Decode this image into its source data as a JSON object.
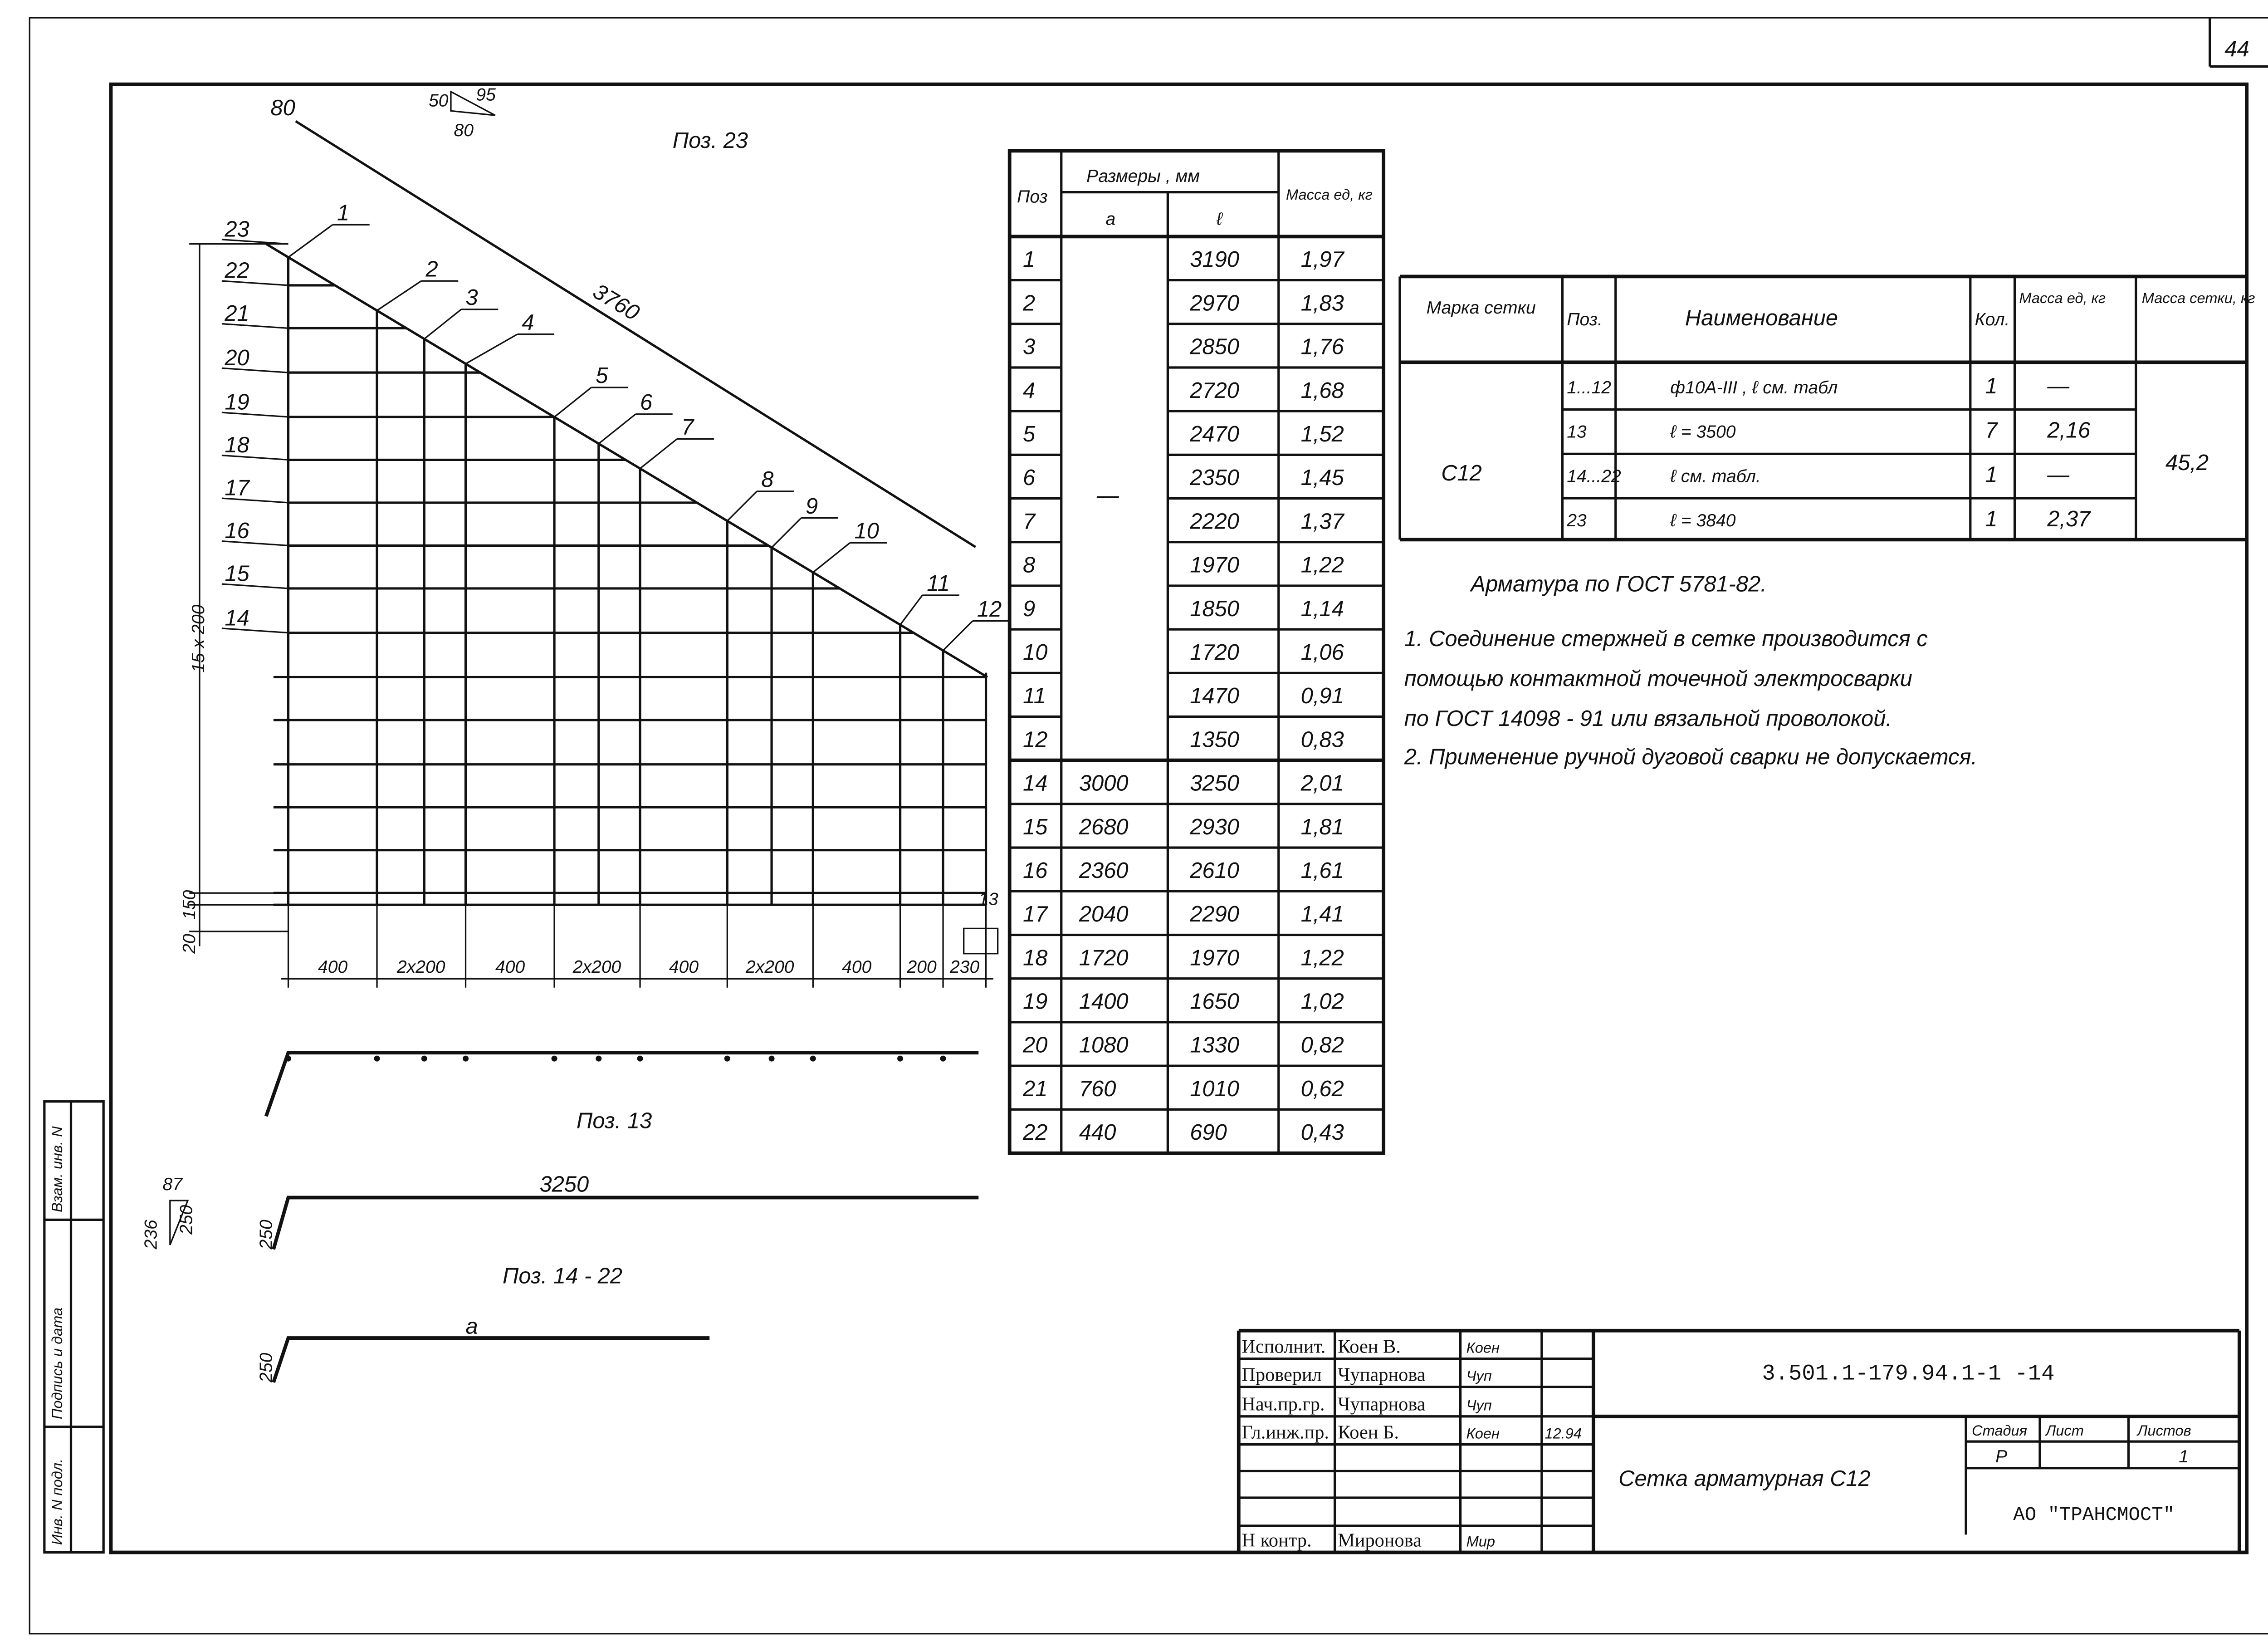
{
  "sheet_number": "44",
  "drawing": {
    "pos23_title": "Поз. 23",
    "pos13_title": "Поз. 13",
    "pos14_22_title": "Поз. 14 - 22",
    "bend_top": {
      "a": "80",
      "b": "50",
      "c": "95",
      "d": "80"
    },
    "diag_length": "3760",
    "bar_labels_top": [
      "1",
      "2",
      "3",
      "4",
      "5",
      "6",
      "7",
      "8",
      "9",
      "10",
      "11",
      "12"
    ],
    "bar_labels_left": [
      "23",
      "22",
      "21",
      "20",
      "19",
      "18",
      "17",
      "16",
      "15",
      "14"
    ],
    "label_13": "13",
    "vertical_dim": "15 x 200",
    "dim_150": "150",
    "dim_20": "20",
    "bottom_dims": [
      "400",
      "2x200",
      "400",
      "2x200",
      "400",
      "2x200",
      "400",
      "200",
      "230"
    ],
    "pos13_length": "3250",
    "pos13_hook": "250",
    "pos13_bend": {
      "a": "87",
      "b": "236",
      "c": "250"
    },
    "pos14_length": "a",
    "pos14_hook": "250"
  },
  "pos_table": {
    "headers": {
      "poz": "Поз",
      "sizes": "Размеры , мм",
      "a": "a",
      "l": "ℓ",
      "mass": "Масса ед, кг"
    },
    "dash": "—",
    "rows": [
      {
        "poz": "1",
        "a": "",
        "l": "3190",
        "m": "1,97"
      },
      {
        "poz": "2",
        "a": "",
        "l": "2970",
        "m": "1,83"
      },
      {
        "poz": "3",
        "a": "",
        "l": "2850",
        "m": "1,76"
      },
      {
        "poz": "4",
        "a": "",
        "l": "2720",
        "m": "1,68"
      },
      {
        "poz": "5",
        "a": "",
        "l": "2470",
        "m": "1,52"
      },
      {
        "poz": "6",
        "a": "",
        "l": "2350",
        "m": "1,45"
      },
      {
        "poz": "7",
        "a": "",
        "l": "2220",
        "m": "1,37"
      },
      {
        "poz": "8",
        "a": "",
        "l": "1970",
        "m": "1,22"
      },
      {
        "poz": "9",
        "a": "",
        "l": "1850",
        "m": "1,14"
      },
      {
        "poz": "10",
        "a": "",
        "l": "1720",
        "m": "1,06"
      },
      {
        "poz": "11",
        "a": "",
        "l": "1470",
        "m": "0,91"
      },
      {
        "poz": "12",
        "a": "",
        "l": "1350",
        "m": "0,83"
      },
      {
        "poz": "14",
        "a": "3000",
        "l": "3250",
        "m": "2,01"
      },
      {
        "poz": "15",
        "a": "2680",
        "l": "2930",
        "m": "1,81"
      },
      {
        "poz": "16",
        "a": "2360",
        "l": "2610",
        "m": "1,61"
      },
      {
        "poz": "17",
        "a": "2040",
        "l": "2290",
        "m": "1,41"
      },
      {
        "poz": "18",
        "a": "1720",
        "l": "1970",
        "m": "1,22"
      },
      {
        "poz": "19",
        "a": "1400",
        "l": "1650",
        "m": "1,02"
      },
      {
        "poz": "20",
        "a": "1080",
        "l": "1330",
        "m": "0,82"
      },
      {
        "poz": "21",
        "a": "760",
        "l": "1010",
        "m": "0,62"
      },
      {
        "poz": "22",
        "a": "440",
        "l": "690",
        "m": "0,43"
      }
    ]
  },
  "spec_table": {
    "headers": [
      "Марка сетки",
      "Поз.",
      "Наименование",
      "Кол.",
      "Масса ед, кг",
      "Масса сетки, кг"
    ],
    "mark": "С12",
    "total_mass": "45,2",
    "rows": [
      {
        "poz": "1...12",
        "name": "ф10А-III ,  ℓ  см. табл",
        "qty": "1",
        "mass": "—"
      },
      {
        "poz": "13",
        "name": "ℓ = 3500",
        "qty": "7",
        "mass": "2,16"
      },
      {
        "poz": "14...22",
        "name": "ℓ см. табл.",
        "qty": "1",
        "mass": "—"
      },
      {
        "poz": "23",
        "name": "ℓ = 3840",
        "qty": "1",
        "mass": "2,37"
      }
    ]
  },
  "notes": [
    "Арматура по ГОСТ 5781-82.",
    "1.  Соединение  стержней в сетке  производится с",
    "помощью  контактной  точечной  электросварки",
    "по ГОСТ 14098 - 91  или вязальной  проволокой.",
    "2.  Применение   ручной дуговой сварки не допускается."
  ],
  "title_block": {
    "signers": [
      {
        "role": "Исполнит.",
        "name": "Коен В.",
        "sign": "Коен",
        "date": ""
      },
      {
        "role": "Проверил",
        "name": "Чупарнова",
        "sign": "Чуп",
        "date": ""
      },
      {
        "role": "Нач.пр.гр.",
        "name": "Чупарнова",
        "sign": "Чуп",
        "date": ""
      },
      {
        "role": "Гл.инж.пр.",
        "name": "Коен Б.",
        "sign": "Коен",
        "date": "12.94"
      },
      {
        "role": "",
        "name": "",
        "sign": "",
        "date": ""
      },
      {
        "role": "",
        "name": "",
        "sign": "",
        "date": ""
      },
      {
        "role": "",
        "name": "",
        "sign": "",
        "date": ""
      },
      {
        "role": "Н контр.",
        "name": "Миронова",
        "sign": "Мир",
        "date": ""
      }
    ],
    "code": "3.501.1-179.94.1-1 -14",
    "title": "Сетка арматурная С12",
    "stage_label": "Стадия",
    "sheet_label": "Лист",
    "sheets_label": "Листов",
    "stage": "Р",
    "sheet": "",
    "sheets": "1",
    "org": "АО \"ТРАНСМОСТ\""
  },
  "side_stamp": [
    "Инв. N подл.",
    "Подпись и дата",
    "Взам. инв. N"
  ]
}
